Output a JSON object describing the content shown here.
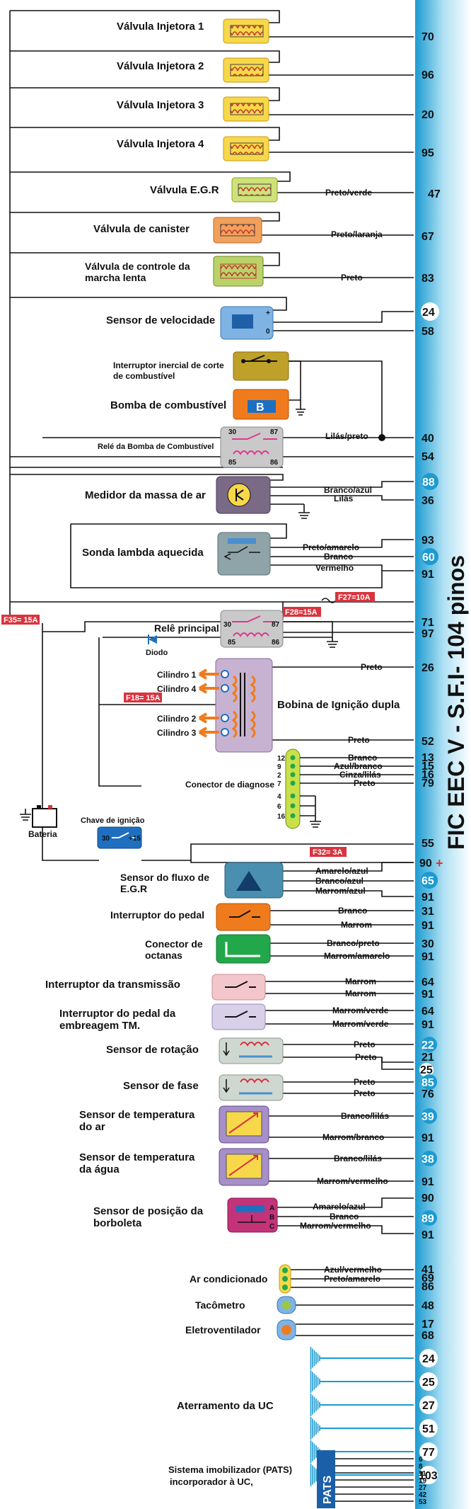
{
  "title": "FIC EEC V - S.F.I- 104 pinos",
  "components": {
    "inj1": "Válvula Injetora 1",
    "inj2": "Válvula Injetora 2",
    "inj3": "Válvula Injetora 3",
    "inj4": "Válvula Injetora 4",
    "egr": "Válvula E.G.R",
    "canister": "Válvula de canister",
    "idle1": "Válvula de controle da",
    "idle2": "marcha lenta",
    "speed": "Sensor de velocidade",
    "inertial1": "Interruptor inercial de corte",
    "inertial2": "de combustível",
    "pump": "Bomba de combustível",
    "pump_relay": "Relé da Bomba de Combustível",
    "maf": "Medidor da massa de ar",
    "lambda": "Sonda lambda aquecida",
    "main_relay": "Relê principal",
    "diode": "Diodo",
    "coil": "Bobina de Ignição dupla",
    "cyl1": "Cilindro 1",
    "cyl4": "Cilindro 4",
    "cyl2": "Cilindro 2",
    "cyl3": "Cilindro 3",
    "diag": "Conector de diagnose",
    "ign_switch": "Chave de ignição",
    "battery": "Bateria",
    "egr_flow1": "Sensor do fluxo de",
    "egr_flow2": "E.G.R",
    "pedal_switch": "Interruptor do pedal",
    "octane1": "Conector de",
    "octane2": "octanas",
    "trans_switch": "Interruptor da transmissão",
    "clutch1": "Interruptor do pedal da",
    "clutch2": "embreagem TM.",
    "rpm": "Sensor de rotação",
    "phase": "Sensor de fase",
    "air_temp1": "Sensor de temperatura",
    "air_temp2": "do ar",
    "water_temp1": "Sensor de temperatura",
    "water_temp2": "da água",
    "tps1": "Sensor de posição da",
    "tps2": "borboleta",
    "ac": "Ar condicionado",
    "tach": "Tacômetro",
    "fan": "Eletroventilador",
    "ground": "Aterramento da UC",
    "pats1": "Sistema imobilizador (PATS)",
    "pats2": "incorporador à UC,",
    "pats_logo": "PATS"
  },
  "fuses": {
    "f35": "F35= 15A",
    "f28": "F28=15A",
    "f27": "F27=10A",
    "f18": "F18= 15A",
    "f32": "F32= 3A"
  },
  "wires": {
    "egr": "Preto/verde",
    "canister": "Preto/laranja",
    "idle": "Preto",
    "pump_relay": "Lilás/preto",
    "maf1": "Branco/azul",
    "maf2": "Lilás",
    "lambda1": "Preto/amarelo",
    "lambda2": "Branco",
    "lambda3": "Vermelho",
    "coil1": "Preto",
    "coil2": "Preto",
    "diag1": "Branco",
    "diag2": "Azul/branco",
    "diag3": "Cinza/lilás",
    "diag4": "Preto",
    "egrf1": "Amarelo/azul",
    "egrf2": "Branco/azul",
    "egrf3": "Marrom/azul",
    "pedal1": "Branco",
    "pedal2": "Marrom",
    "oct1": "Branco/preto",
    "oct2": "Marrom/amarelo",
    "trans1": "Marrom",
    "trans2": "Marrom",
    "clutch1": "Marrom/verde",
    "clutch2": "Marrom/verde",
    "rpm1": "Preto",
    "rpm2": "Preto",
    "phase1": "Preto",
    "phase2": "Preto",
    "airt1": "Branco/lilás",
    "airt2": "Marrom/branco",
    "watt1": "Branco/lilás",
    "watt2": "Marrom/vermelho",
    "tps1": "Amarelo/azul",
    "tps2": "Branco",
    "tps3": "Marrom/vermelho",
    "ac1": "Azul/vermelho",
    "ac2": "Preto/amarelo"
  },
  "pins": {
    "p70": "70",
    "p96": "96",
    "p20": "20",
    "p95": "95",
    "p47": "47",
    "p67": "67",
    "p83": "83",
    "p24": "24",
    "p58": "58",
    "p40": "40",
    "p54": "54",
    "p88": "88",
    "p36": "36",
    "p93": "93",
    "p60": "60",
    "p91a": "91",
    "p71": "71",
    "p97": "97",
    "p26": "26",
    "p52": "52",
    "p13": "13",
    "p15": "15",
    "p16": "16",
    "p79": "79",
    "p55": "55",
    "p90a": "90",
    "p65": "65",
    "p91b": "91",
    "p31": "31",
    "p91c": "91",
    "p30": "30",
    "p91d": "91",
    "p64a": "64",
    "p91e": "91",
    "p64b": "64",
    "p91f": "91",
    "p22": "22",
    "p21": "21",
    "p25a": "25",
    "p85": "85",
    "p76": "76",
    "p39": "39",
    "p91g": "91",
    "p38": "38",
    "p91h": "91",
    "p90b": "90",
    "p89": "89",
    "p91i": "91",
    "p41": "41",
    "p69": "69",
    "p86": "86",
    "p48": "48",
    "p17": "17",
    "p68": "68",
    "g24": "24",
    "g25": "25",
    "g27": "27",
    "g51": "51",
    "g77": "77",
    "g103": "103",
    "pats_pins": [
      "6",
      "8",
      "11",
      "19",
      "27",
      "42",
      "53"
    ]
  },
  "diag_pins": [
    "12",
    "9",
    "2",
    "7",
    "4",
    "6",
    "16"
  ],
  "relay_terms": {
    "r30": "30",
    "r87": "87",
    "r85": "85",
    "r86": "86",
    "m30": "30",
    "m87": "87",
    "m85": "85",
    "m86": "86",
    "s30": "30",
    "s15": "+15",
    "tps_a": "A",
    "tps_b": "B",
    "tps_c": "C",
    "pump_b": "B",
    "speed_plus": "+",
    "speed_zero": "0"
  },
  "colors": {
    "ecu_bar_light": "#dff3fb",
    "ecu_bar_dark": "#1b9bd1",
    "fuse_red": "#d9343f",
    "injector_yellow": "#f7d84a",
    "relay_gray": "#c9c9c9",
    "relay_pink": "#e0378f"
  }
}
